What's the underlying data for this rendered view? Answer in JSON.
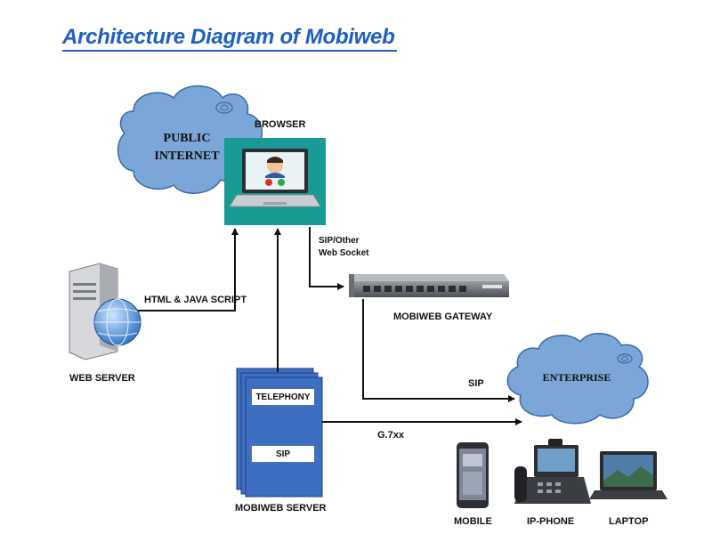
{
  "title": "Architecture Diagram of  Mobiweb",
  "nodes": {
    "public_internet": "PUBLIC INTERNET",
    "browser": "BROWSER",
    "web_server": "WEB SERVER",
    "mobiweb_gateway": "MOBIWEB GATEWAY",
    "mobiweb_server": "MOBIWEB SERVER",
    "enterprise": "ENTERPRISE",
    "mobile": "MOBILE",
    "ip_phone": "IP-PHONE",
    "laptop": "LAPTOP"
  },
  "server_modules": {
    "telephony": "TELEPHONY",
    "sip": "SIP"
  },
  "edges": {
    "html_js": "HTML & JAVA SCRIPT",
    "sip_other_line1": "SIP/Other",
    "sip_other_line2": "Web Socket",
    "sip": "SIP",
    "g7xx": "G.7xx"
  },
  "colors": {
    "title": "#1f5fbf",
    "cloud_fill": "#7aa6d8",
    "browser_panel": "#1a9a96",
    "server_box": "#3e6ec2"
  }
}
